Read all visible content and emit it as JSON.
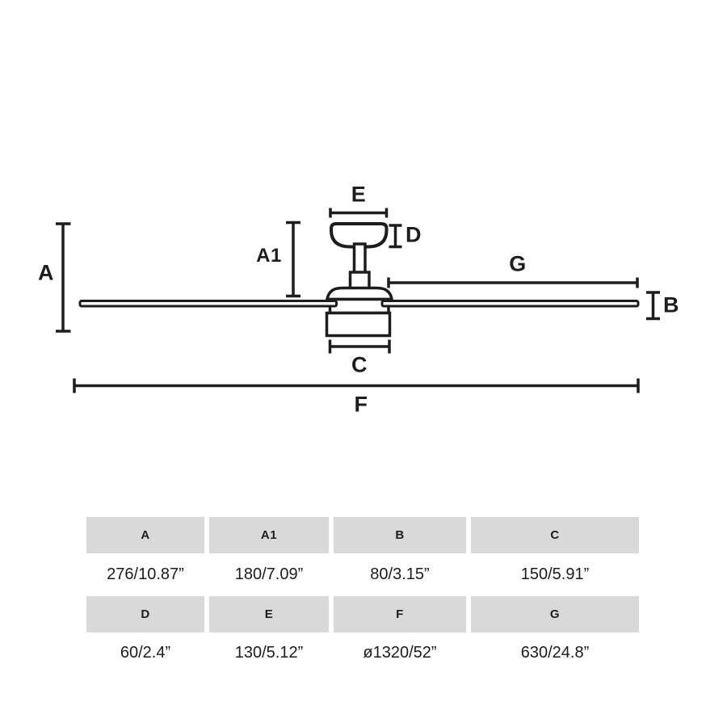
{
  "diagram": {
    "labels": {
      "a": "A",
      "a1": "A1",
      "b": "B",
      "c": "C",
      "d": "D",
      "e": "E",
      "f": "F",
      "g": "G"
    }
  },
  "table": {
    "rows": [
      {
        "headers": [
          "A",
          "A1",
          "B",
          "C"
        ],
        "values": [
          "276/10.87”",
          "180/7.09”",
          "80/3.15”",
          "150/5.91”"
        ]
      },
      {
        "headers": [
          "D",
          "E",
          "F",
          "G"
        ],
        "values": [
          "60/2.4”",
          "130/5.12”",
          "ø1320/52”",
          "630/24.8”"
        ]
      }
    ]
  },
  "colors": {
    "ink": "#1d1d1b",
    "table_header_bg": "#d9d9d9",
    "background": "#ffffff"
  }
}
